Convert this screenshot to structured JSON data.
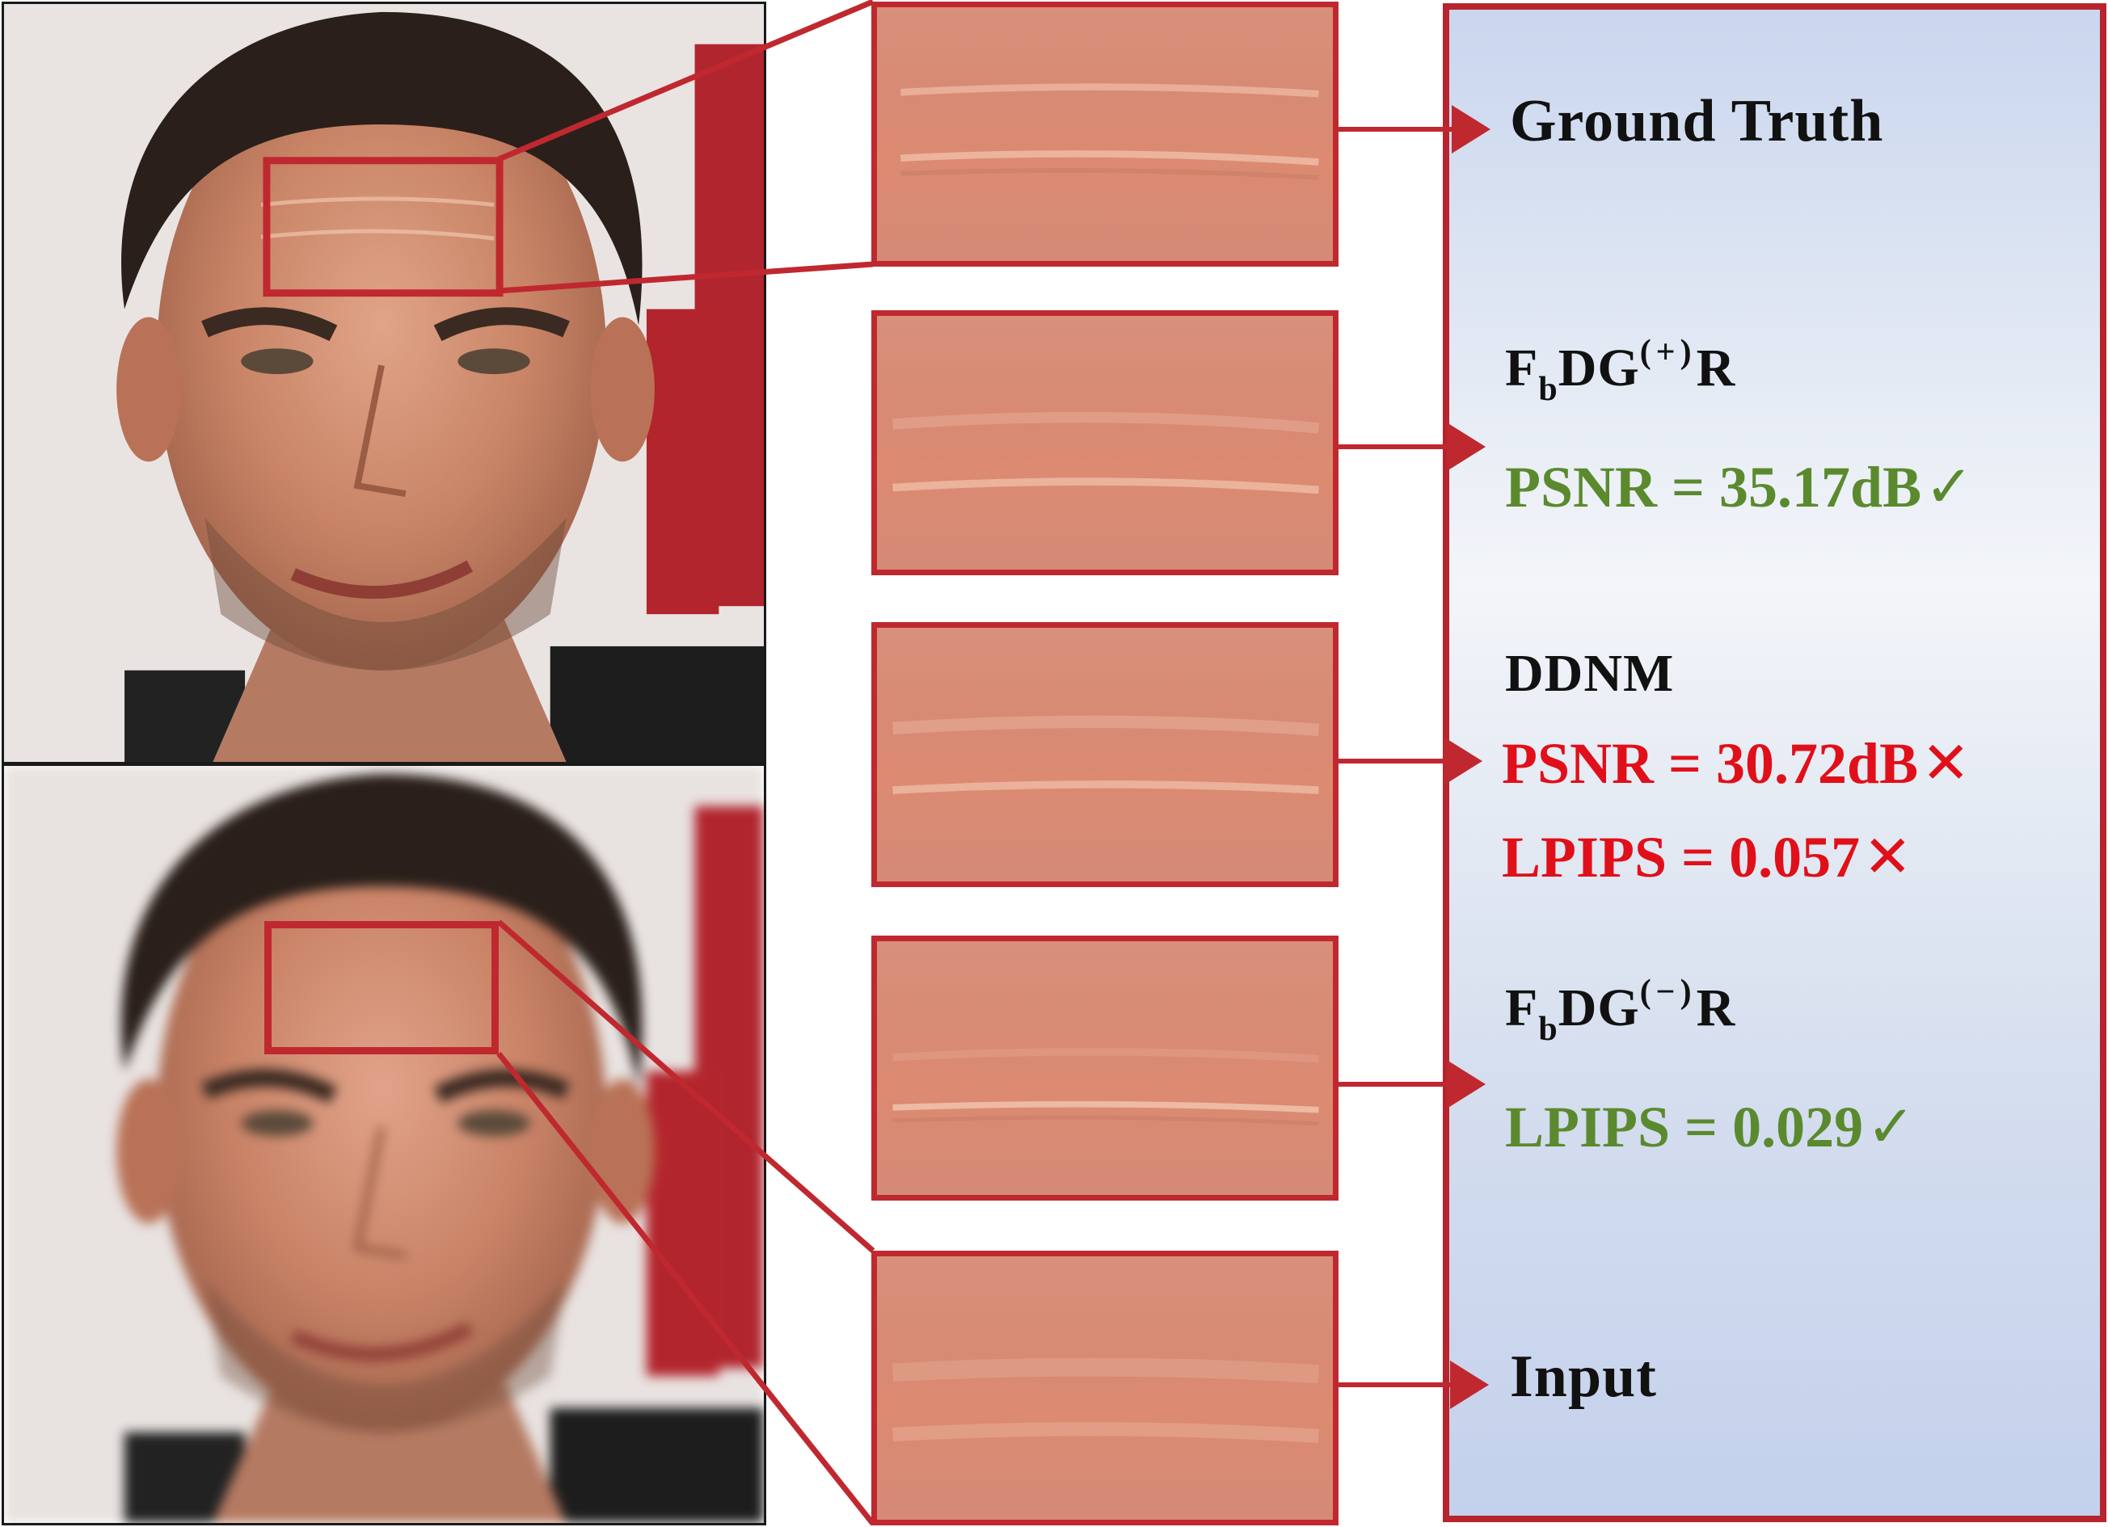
{
  "labels": {
    "ground_truth": "Ground Truth",
    "input": "Input",
    "ddnm": "DDNM"
  },
  "method_plus": {
    "pre": "F",
    "sub": "b",
    "mid": "DG",
    "sup": "(+)",
    "post": "R"
  },
  "method_minus": {
    "pre": "F",
    "sub": "b",
    "mid": "DG",
    "sup": "(−)",
    "post": "R"
  },
  "metrics": {
    "plus_psnr": "PSNR = 35.17dB",
    "ddnm_psnr": "PSNR = 30.72dB",
    "ddnm_lpips": "LPIPS = 0.057",
    "minus_lpips": "LPIPS = 0.029"
  },
  "marks": {
    "check": "✓",
    "cross": "✕"
  },
  "colors": {
    "frame_red": "#c0282f",
    "good_green": "#5b8a2e",
    "bad_red": "#e0101a",
    "panel_blue": "#c9d6ee"
  }
}
